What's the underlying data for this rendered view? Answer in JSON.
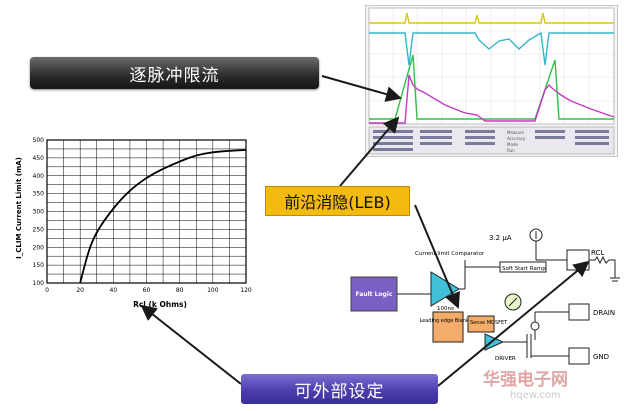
{
  "labels": {
    "top": "逐脉冲限流",
    "middle": "前沿消隐(LEB)",
    "bottom": "可外部设定"
  },
  "chart_data": {
    "type": "line",
    "xlabel": "Rcl (k Ohms)",
    "ylabel": "I_CLIM Current Limit (mA)",
    "x_ticks": [
      0,
      20,
      40,
      60,
      80,
      100,
      120
    ],
    "y_ticks": [
      100,
      150,
      200,
      250,
      300,
      350,
      400,
      450,
      500
    ],
    "xlim": [
      0,
      120
    ],
    "ylim": [
      100,
      500
    ],
    "grid": true,
    "series": [
      {
        "x": [
          20,
          25,
          30,
          40,
          50,
          60,
          70,
          80,
          90,
          100,
          110,
          120
        ],
        "y": [
          100,
          190,
          245,
          310,
          360,
          395,
          420,
          440,
          458,
          466,
          470,
          472
        ]
      }
    ]
  },
  "scope": {
    "lines": [
      "Measure",
      "Accuracy",
      "Mode",
      "Run"
    ]
  },
  "schematic": {
    "current_source": "3.2 µA",
    "comparator": "Current limit Comparator",
    "fault_logic": "Fault Logic",
    "soft_start": "Soft Start Ramp",
    "leb": "Leading edge Blanking",
    "leb_time": "100ns",
    "sense": "Sense MOSFET",
    "driver": "DRIVER",
    "rcl": "RCL",
    "drain": "DRAIN",
    "gnd": "GND"
  },
  "watermark": {
    "brand": "华强电子网",
    "url": "hqew.com"
  },
  "colors": {
    "top_label": "#2b2b2b",
    "middle_label": "#f3ba0f",
    "bottom_label": "#4b3fb0",
    "fault_logic": "#7a5fc4",
    "leb_block": "#f3ac6a"
  }
}
